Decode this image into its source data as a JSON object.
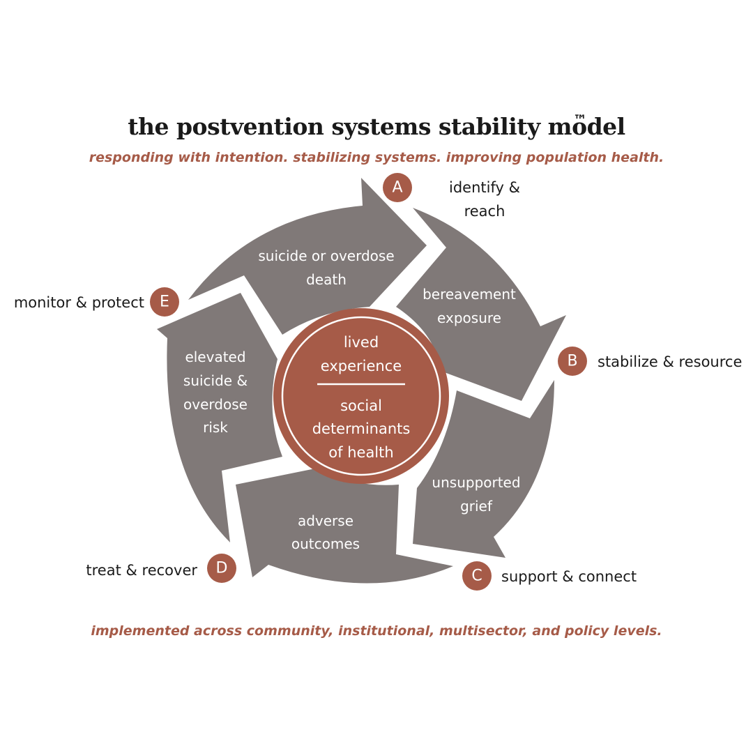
{
  "header": {
    "title": "the postvention systems stability model",
    "trademark": "™",
    "subtitle": "responding with intention. stabilizing systems. improving population health."
  },
  "footer": {
    "text": "implemented across community, institutional, multisector, and policy levels."
  },
  "core": {
    "top_lines": [
      "lived",
      "experience"
    ],
    "bottom_lines": [
      "social",
      "determinants",
      "of health"
    ]
  },
  "segments": [
    {
      "lines": [
        "suicide or overdose",
        "death"
      ]
    },
    {
      "lines": [
        "bereavement",
        "exposure"
      ]
    },
    {
      "lines": [
        "unsupported",
        "grief"
      ]
    },
    {
      "lines": [
        "adverse",
        "outcomes"
      ]
    },
    {
      "lines": [
        "elevated",
        "suicide &",
        "overdose",
        "risk"
      ]
    }
  ],
  "stages": [
    {
      "letter": "A",
      "lines": [
        "identify &",
        "reach"
      ]
    },
    {
      "letter": "B",
      "lines": [
        "stabilize & resource"
      ]
    },
    {
      "letter": "C",
      "lines": [
        "support & connect"
      ]
    },
    {
      "letter": "D",
      "lines": [
        "treat & recover"
      ]
    },
    {
      "letter": "E",
      "lines": [
        "monitor & protect"
      ]
    }
  ],
  "colors": {
    "segment_gray": "#807978",
    "accent_rust": "#a65b48",
    "text_dark": "#1a1a1a"
  }
}
